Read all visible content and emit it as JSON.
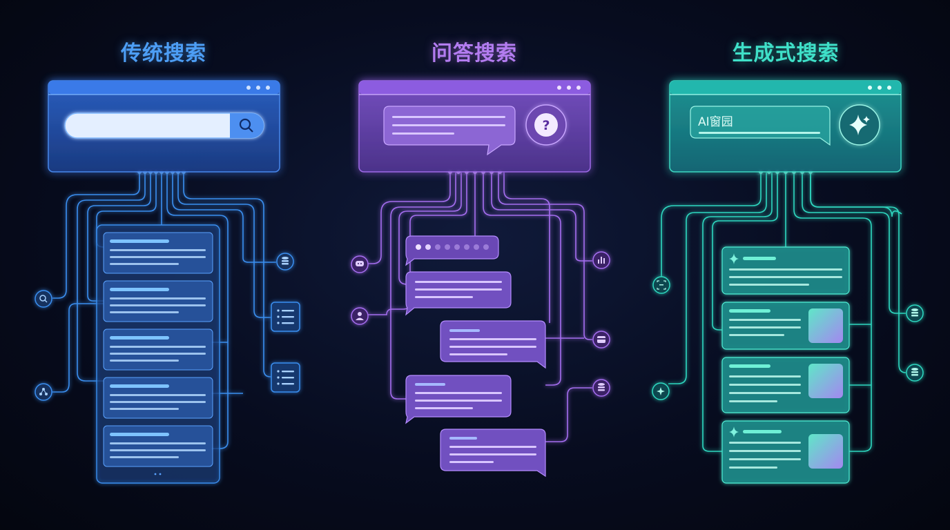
{
  "columns": [
    {
      "title": "传统搜索",
      "color": "#3b8ff0"
    },
    {
      "title": "问答搜索",
      "color": "#a56ef0"
    },
    {
      "title": "生成式搜索",
      "color": "#2fd8c0"
    }
  ],
  "generative": {
    "input_text": "AI窗园"
  },
  "icons": {
    "traditional": [
      "search-icon",
      "database-icon",
      "list-icon",
      "list-icon",
      "network-icon"
    ],
    "qa": [
      "question-icon",
      "chat-icon",
      "user-icon",
      "chart-icon",
      "card-icon",
      "database-icon"
    ],
    "generative": [
      "sparkle-icon",
      "scan-icon",
      "star-icon",
      "database-icon",
      "database-icon"
    ]
  }
}
